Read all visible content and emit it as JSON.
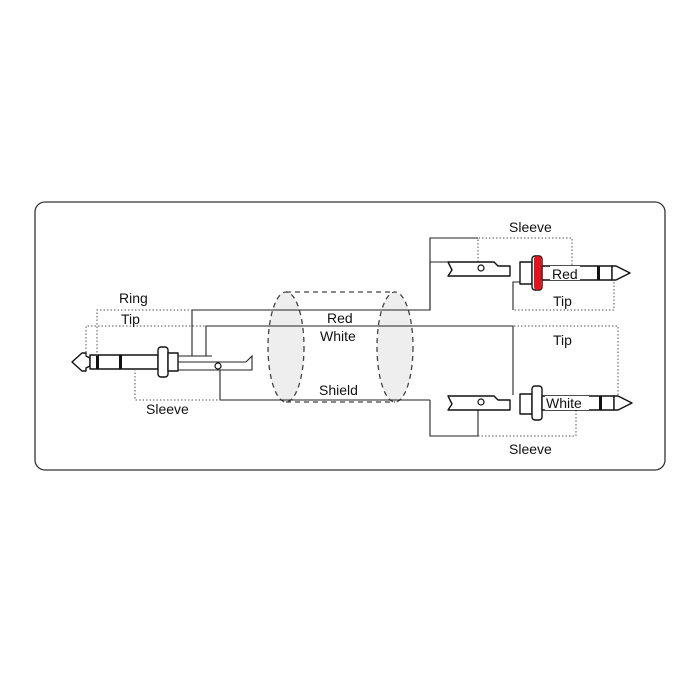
{
  "diagram": {
    "left_plug": {
      "ring_label": "Ring",
      "tip_label": "Tip",
      "sleeve_label": "Sleeve"
    },
    "cable": {
      "red_label": "Red",
      "white_label": "White",
      "shield_label": "Shield"
    },
    "top_plug": {
      "sleeve_label": "Sleeve",
      "conductor_label": "Red",
      "tip_label": "Tip",
      "marker_color": "#e8101a"
    },
    "bottom_plug": {
      "tip_label": "Tip",
      "conductor_label": "White",
      "sleeve_label": "Sleeve"
    },
    "colors": {
      "frame_stroke": "#333333",
      "shield_fill": "#eeeeee"
    }
  }
}
